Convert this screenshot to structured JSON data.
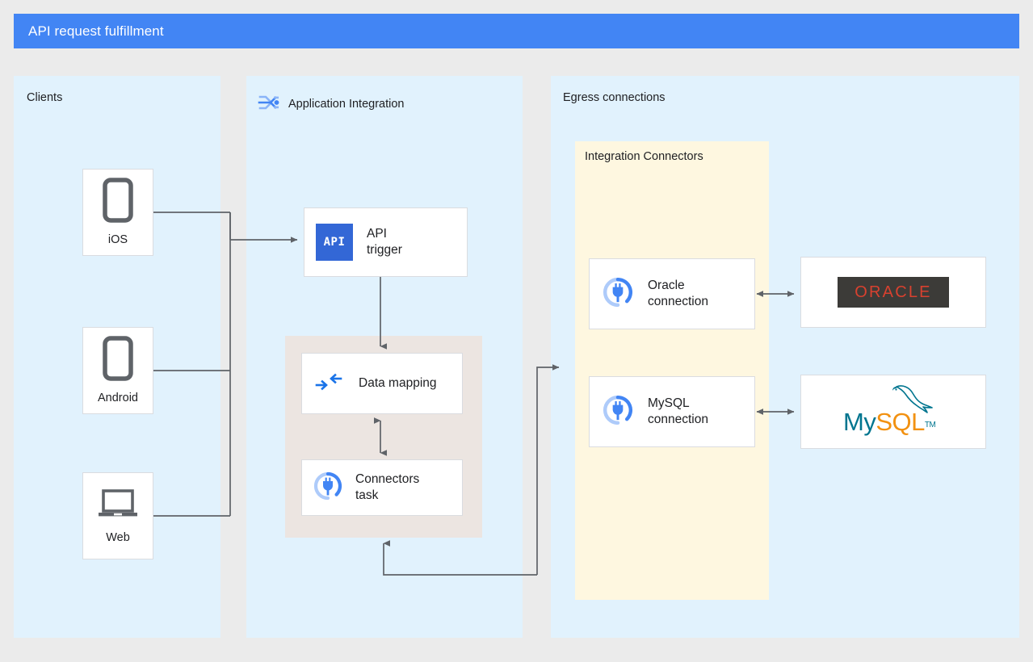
{
  "header": {
    "title": "API request fulfillment",
    "background_color": "#4285f4",
    "text_color": "#ffffff"
  },
  "canvas": {
    "background_color": "#ebebeb",
    "panel_color": "#e1f2fd",
    "connectors_panel_color": "#fef7e0",
    "group_color": "#ece5e1",
    "line_color": "#5f6368"
  },
  "panels": [
    {
      "id": "clients",
      "label": "Clients",
      "icon": null,
      "nodes": [
        {
          "id": "ios",
          "label": "iOS",
          "icon": "phone-icon"
        },
        {
          "id": "android",
          "label": "Android",
          "icon": "phone-icon"
        },
        {
          "id": "web",
          "label": "Web",
          "icon": "laptop-icon"
        }
      ]
    },
    {
      "id": "application-integration",
      "label": "Application Integration",
      "icon": "application-integration-icon",
      "nodes": [
        {
          "id": "api-trigger",
          "label": "API\ntrigger",
          "icon": "api-badge-icon",
          "badge_text": "API"
        },
        {
          "id": "data-mapping",
          "label": "Data mapping",
          "icon": "data-mapping-icon"
        },
        {
          "id": "connectors-task",
          "label": "Connectors\ntask",
          "icon": "connector-plug-icon"
        }
      ]
    },
    {
      "id": "egress-connections",
      "label": "Egress connections",
      "icon": null,
      "subpanel": {
        "id": "integration-connectors",
        "label": "Integration Connectors",
        "nodes": [
          {
            "id": "oracle-connection",
            "label": "Oracle\nconnection",
            "icon": "connector-plug-icon"
          },
          {
            "id": "mysql-connection",
            "label": "MySQL\nconnection",
            "icon": "connector-plug-icon"
          }
        ]
      },
      "systems": [
        {
          "id": "oracle-system",
          "icon": "oracle-logo",
          "logo_text": "ORACLE",
          "logo_text_color": "#d8412f",
          "logo_background": "#3c3b38"
        },
        {
          "id": "mysql-system",
          "icon": "mysql-logo",
          "logo_text_primary": "My",
          "logo_text_secondary": "SQL",
          "logo_trademark": "TM",
          "logo_primary_color": "#00758f",
          "logo_secondary_color": "#f29111"
        }
      ]
    }
  ],
  "connections": [
    {
      "from": "ios",
      "to": "api-trigger",
      "direction": "one-way"
    },
    {
      "from": "android",
      "to": "api-trigger",
      "direction": "one-way"
    },
    {
      "from": "web",
      "to": "api-trigger",
      "direction": "one-way"
    },
    {
      "from": "api-trigger",
      "to": "data-mapping",
      "direction": "one-way"
    },
    {
      "from": "data-mapping",
      "to": "connectors-task",
      "direction": "two-way"
    },
    {
      "from": "connectors-task",
      "to": "integration-connectors",
      "direction": "one-way"
    },
    {
      "from": "integration-connectors",
      "to": "connectors-task",
      "direction": "one-way"
    },
    {
      "from": "oracle-connection",
      "to": "oracle-system",
      "direction": "two-way"
    },
    {
      "from": "mysql-connection",
      "to": "mysql-system",
      "direction": "two-way"
    }
  ]
}
